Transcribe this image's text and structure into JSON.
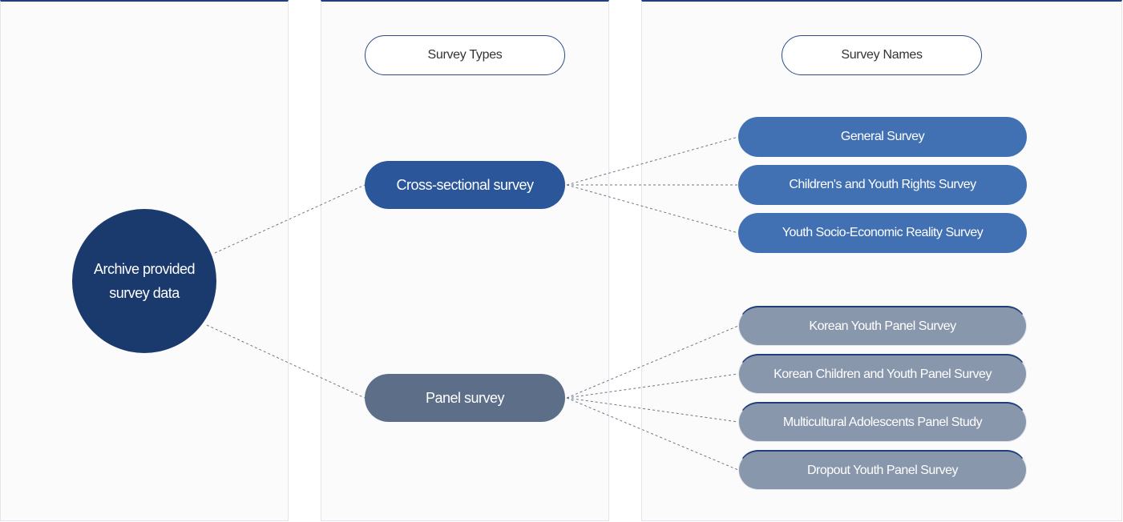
{
  "headers": {
    "types": "Survey Types",
    "names": "Survey Names"
  },
  "root": {
    "line1": "Archive provided",
    "line2": "survey data"
  },
  "types": [
    {
      "label": "Cross-sectional survey",
      "color": "#2b5699",
      "surveys": [
        "General Survey",
        "Children's and Youth Rights Survey",
        "Youth Socio-Economic Reality Survey"
      ]
    },
    {
      "label": "Panel survey",
      "color": "#5d6f88",
      "surveys": [
        "Korean Youth Panel Survey",
        "Korean Children and Youth Panel Survey",
        "Multicultural Adolescents Panel Study",
        "Dropout Youth Panel Survey"
      ]
    }
  ],
  "colors": {
    "frame_accent": "#1f3f7a",
    "root": "#1a3a6e",
    "cross_survey": "#4271b3",
    "panel_survey": "#8997ad"
  }
}
